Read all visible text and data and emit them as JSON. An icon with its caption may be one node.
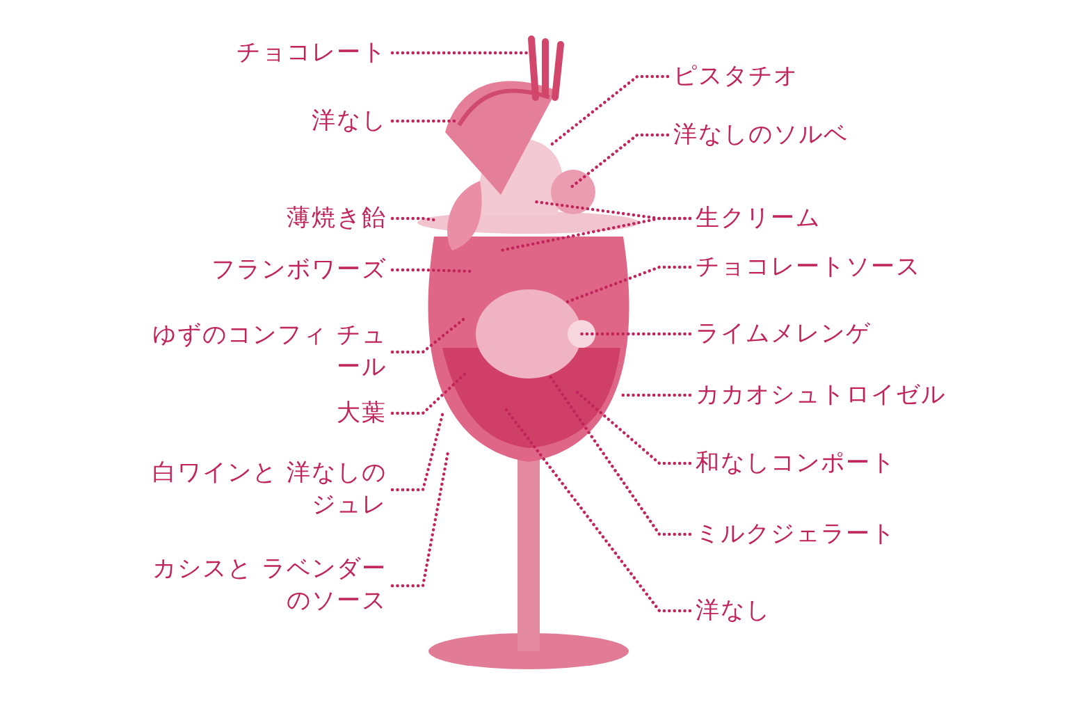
{
  "diagram": {
    "nodes": [
      {
        "text": [
          "チョコレート"
        ]
      },
      {
        "text": [
          "洋なし"
        ]
      },
      {
        "text": [
          "薄焼き飴"
        ]
      },
      {
        "text": [
          "フランボワーズ"
        ]
      },
      {
        "text": [
          "ゆずのコンフィ チュール"
        ]
      },
      {
        "text": [
          "大葉"
        ]
      },
      {
        "text": [
          "白ワインと 洋なしのジュレ"
        ]
      },
      {
        "text": [
          "カシスと ラベンダーのソース"
        ]
      },
      {
        "text": [
          "ピスタチオ"
        ]
      },
      {
        "text": [
          "洋なしのソルベ"
        ]
      },
      {
        "text": [
          "生クリーム"
        ]
      },
      {
        "text": [
          "チョコレートソース"
        ]
      },
      {
        "text": [
          "ライムメレンゲ"
        ]
      },
      {
        "text": [
          "カカオシュトロイゼル"
        ]
      },
      {
        "text": [
          "和なしコンポート"
        ]
      },
      {
        "text": [
          "ミルクジェラート"
        ]
      },
      {
        "text": [
          "洋なし"
        ]
      }
    ],
    "edges": [
      {
        "from": 0,
        "to": null,
        "arrow": "none"
      },
      {
        "from": 1,
        "to": null,
        "arrow": "none"
      },
      {
        "from": 2,
        "to": null,
        "arrow": "none"
      },
      {
        "from": 3,
        "to": null,
        "arrow": "none"
      },
      {
        "from": 4,
        "to": null,
        "arrow": "none"
      },
      {
        "from": 5,
        "to": null,
        "arrow": "none"
      },
      {
        "from": 6,
        "to": null,
        "arrow": "none"
      },
      {
        "from": 7,
        "to": null,
        "arrow": "none"
      },
      {
        "from": 8,
        "to": null,
        "arrow": "none"
      },
      {
        "from": 9,
        "to": null,
        "arrow": "none"
      },
      {
        "from": 10,
        "to": null,
        "arrow": "none"
      },
      {
        "from": 10,
        "to": null,
        "arrow": "none"
      },
      {
        "from": 11,
        "to": null,
        "arrow": "none"
      },
      {
        "from": 12,
        "to": null,
        "arrow": "none"
      },
      {
        "from": 13,
        "to": null,
        "arrow": "none"
      },
      {
        "from": 14,
        "to": null,
        "arrow": "none"
      },
      {
        "from": 15,
        "to": null,
        "arrow": "none"
      },
      {
        "from": 16,
        "to": null,
        "arrow": "none"
      }
    ]
  }
}
